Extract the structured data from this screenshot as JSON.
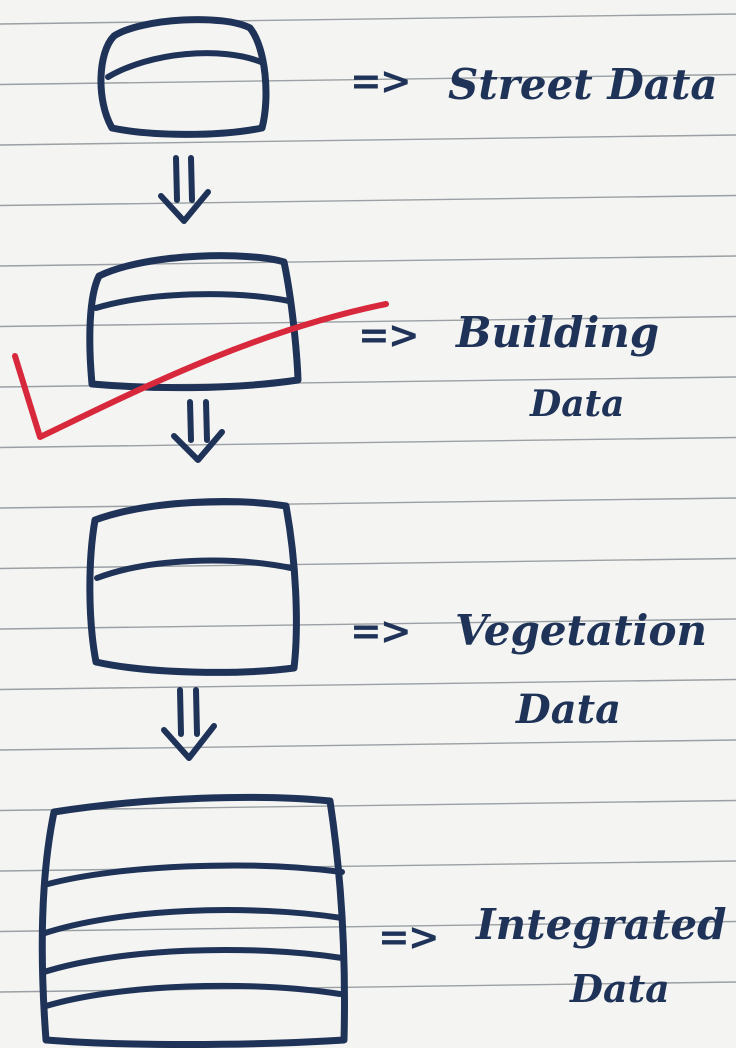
{
  "colors": {
    "paper": "#f4f4f2",
    "rule": "#9aa0a4",
    "ink": "#1f3358",
    "correction": "#d8283c"
  },
  "diagram": {
    "stages": [
      {
        "id": "street",
        "label": "Street Data"
      },
      {
        "id": "building",
        "label_line1": "Building",
        "label_line2": "Data"
      },
      {
        "id": "vegetation",
        "label_line1": "Vegetation",
        "label_line2": "Data"
      },
      {
        "id": "integrated",
        "label_line1": "Integrated",
        "label_line2": "Data"
      }
    ],
    "connector_symbol": "=>",
    "flow_arrow": "⇓",
    "annotations": {
      "checkmark_icon": "red-checkmark"
    }
  }
}
